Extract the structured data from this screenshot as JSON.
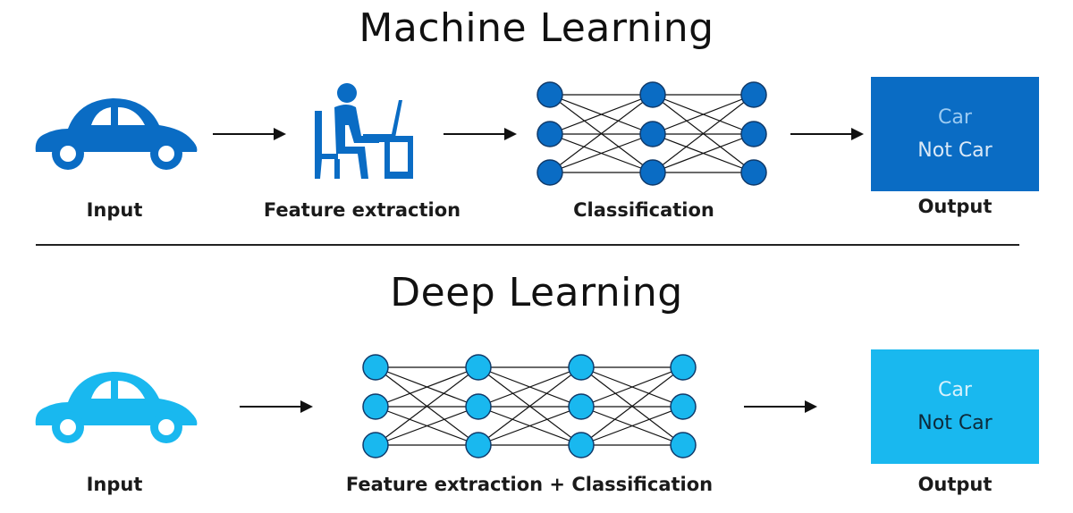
{
  "colors": {
    "ml_blue": "#0a6cc4",
    "dl_blue": "#19b8ef",
    "node_stroke": "#103a6a",
    "line": "#111111"
  },
  "machine_learning": {
    "title": "Machine Learning",
    "input_label": "Input",
    "feature_label": "Feature extraction",
    "classification_label": "Classification",
    "output": {
      "line1": "Car",
      "line2": "Not Car",
      "label": "Output"
    }
  },
  "deep_learning": {
    "title": "Deep Learning",
    "input_label": "Input",
    "network_label": "Feature extraction + Classification",
    "output": {
      "line1": "Car",
      "line2": "Not Car",
      "label": "Output"
    }
  }
}
